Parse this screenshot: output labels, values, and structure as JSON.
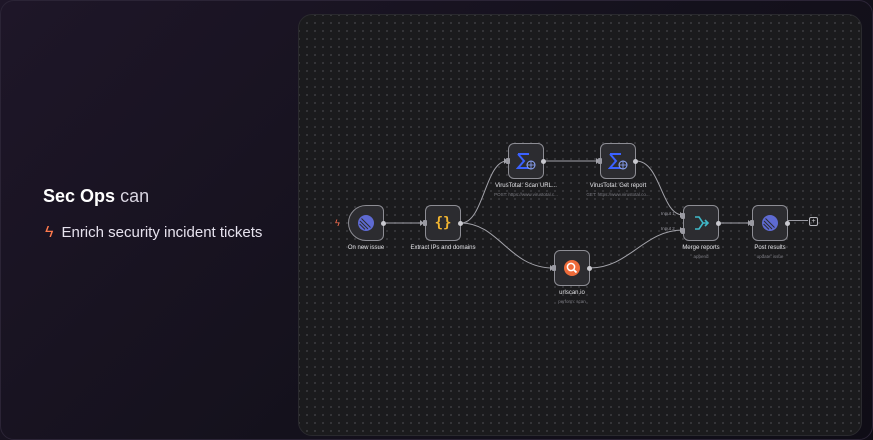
{
  "left_panel": {
    "headline_strong": "Sec Ops",
    "headline_rest": "can",
    "feature_text": "Enrich security incident tickets"
  },
  "workflow": {
    "nodes": [
      {
        "id": "on_new_issue",
        "label": "On new issue",
        "sub": "",
        "icon": "linear-icon"
      },
      {
        "id": "extract",
        "label": "Extract IPs and domains",
        "sub": "",
        "icon": "code-braces-icon"
      },
      {
        "id": "vt_scan",
        "label": "VirusTotal: Scan URL...",
        "sub": "POST: https://www.virustotal.c...",
        "icon": "virustotal-icon"
      },
      {
        "id": "vt_report",
        "label": "VirusTotal: Get report",
        "sub": "GET: https://www.virustotal.co...",
        "icon": "virustotal-icon"
      },
      {
        "id": "urlscan",
        "label": "urlscan.io",
        "sub": "perform: scan",
        "icon": "urlscan-icon"
      },
      {
        "id": "merge",
        "label": "Merge reports",
        "sub": "append",
        "icon": "merge-icon"
      },
      {
        "id": "post",
        "label": "Post results",
        "sub": "update: issue",
        "icon": "linear-icon"
      }
    ],
    "merge_inputs": [
      "Input 1",
      "Input 2"
    ]
  },
  "colors": {
    "accent_bolt": "#ff7a4d",
    "linear_blue": "#5e6ad2",
    "virustotal_blue": "#3b61ff",
    "code_yellow": "#f2b531",
    "urlscan_orange": "#ee6b3a",
    "merge_teal": "#3fb8c8"
  }
}
